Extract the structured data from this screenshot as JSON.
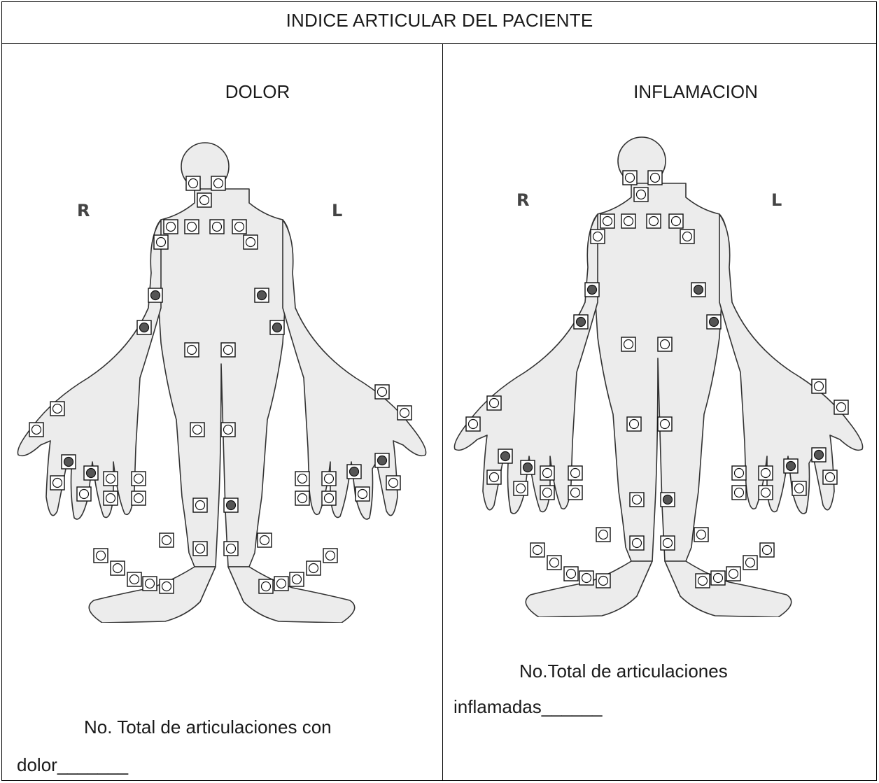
{
  "header": {
    "title": "INDICE ARTICULAR DEL PACIENTE"
  },
  "panels": [
    {
      "title": "DOLOR",
      "right_label": "R",
      "left_label": "L",
      "total_line1": "No. Total de articulaciones con",
      "total_line2": "dolor_______"
    },
    {
      "title": "INFLAMACION",
      "right_label": "R",
      "left_label": "L",
      "total_line1": "No.Total de articulaciones",
      "total_line2": "inflamadas______"
    }
  ],
  "colors": {
    "body_fill": "#ececec",
    "outline": "#333333",
    "joint_marked": "#555555",
    "joint_unmarked": "#ffffff"
  },
  "legend_marks": {
    "marked_joint": "filled circle",
    "unmarked_joint": "empty circle"
  }
}
